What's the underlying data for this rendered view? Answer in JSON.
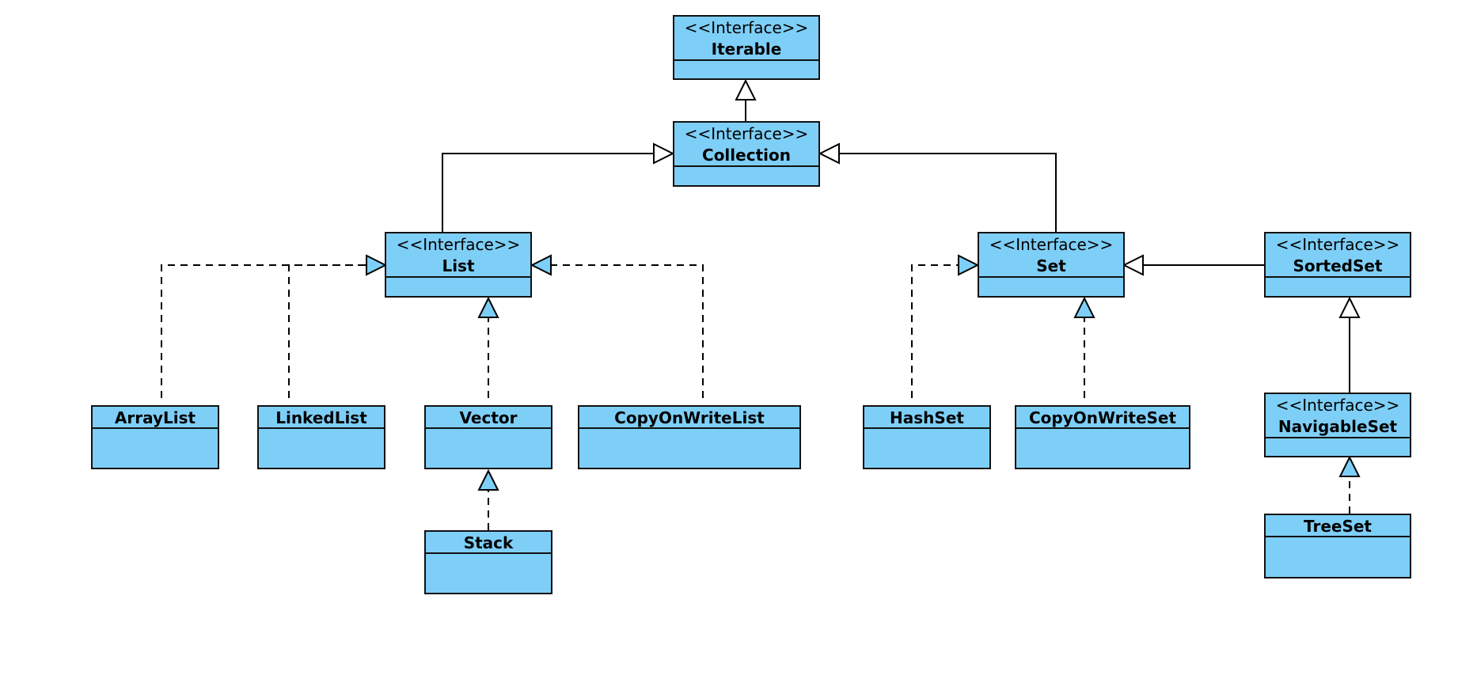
{
  "diagram": {
    "type": "uml-class-diagram",
    "colors": {
      "box_fill": "#7ecff7",
      "box_stroke": "#111111",
      "realization_arrow_fill": "#7ecff7",
      "generalization_arrow_fill": "#ffffff"
    },
    "classes": {
      "iterable": {
        "stereotype": "<<Interface>>",
        "name": "Iterable"
      },
      "collection": {
        "stereotype": "<<Interface>>",
        "name": "Collection"
      },
      "list": {
        "stereotype": "<<Interface>>",
        "name": "List"
      },
      "set": {
        "stereotype": "<<Interface>>",
        "name": "Set"
      },
      "sortedset": {
        "stereotype": "<<Interface>>",
        "name": "SortedSet"
      },
      "navigableset": {
        "stereotype": "<<Interface>>",
        "name": "NavigableSet"
      },
      "arraylist": {
        "name": "ArrayList"
      },
      "linkedlist": {
        "name": "LinkedList"
      },
      "vector": {
        "name": "Vector"
      },
      "copyonwritelist": {
        "name": "CopyOnWriteList"
      },
      "stack": {
        "name": "Stack"
      },
      "hashset": {
        "name": "HashSet"
      },
      "copyonwriteset": {
        "name": "CopyOnWriteSet"
      },
      "treeset": {
        "name": "TreeSet"
      }
    },
    "relationships": [
      {
        "from": "Collection",
        "to": "Iterable",
        "kind": "generalization"
      },
      {
        "from": "List",
        "to": "Collection",
        "kind": "generalization"
      },
      {
        "from": "Set",
        "to": "Collection",
        "kind": "generalization"
      },
      {
        "from": "SortedSet",
        "to": "Set",
        "kind": "generalization"
      },
      {
        "from": "NavigableSet",
        "to": "SortedSet",
        "kind": "generalization"
      },
      {
        "from": "ArrayList",
        "to": "List",
        "kind": "realization"
      },
      {
        "from": "LinkedList",
        "to": "List",
        "kind": "realization"
      },
      {
        "from": "Vector",
        "to": "List",
        "kind": "realization"
      },
      {
        "from": "CopyOnWriteList",
        "to": "List",
        "kind": "realization"
      },
      {
        "from": "Stack",
        "to": "Vector",
        "kind": "realization"
      },
      {
        "from": "HashSet",
        "to": "Set",
        "kind": "realization"
      },
      {
        "from": "CopyOnWriteSet",
        "to": "Set",
        "kind": "realization"
      },
      {
        "from": "TreeSet",
        "to": "NavigableSet",
        "kind": "realization"
      }
    ]
  }
}
